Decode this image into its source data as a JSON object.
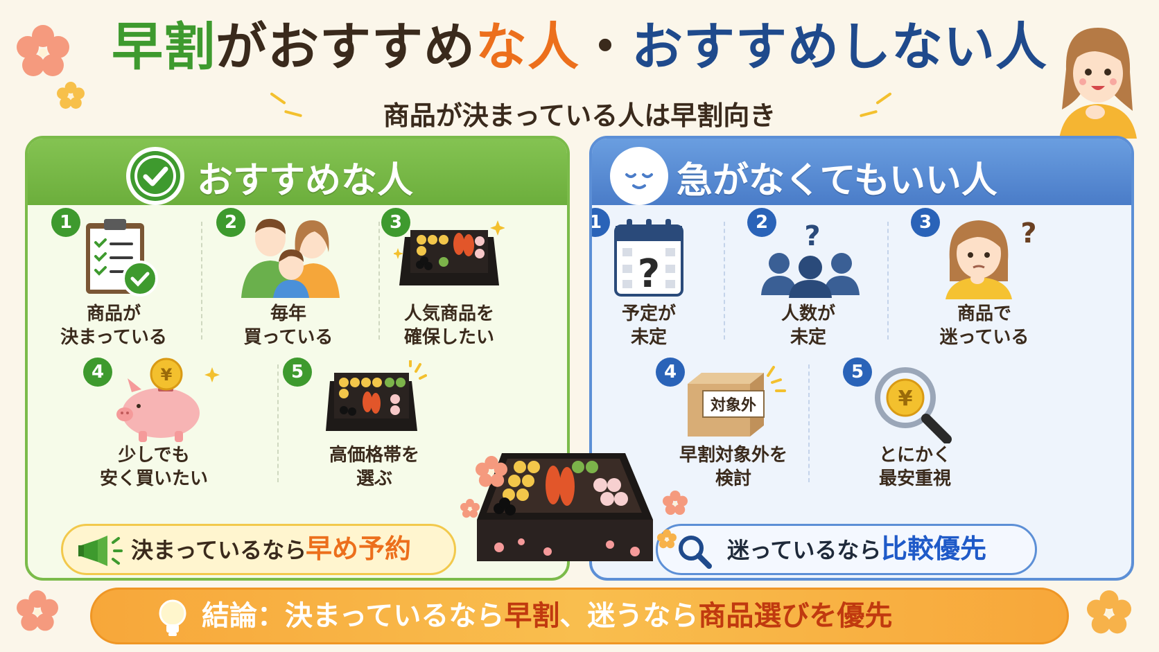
{
  "title": {
    "part1": "早割",
    "part2": "がおすすめ",
    "part3": "な人",
    "part4": "・",
    "part5": "おすすめしない人"
  },
  "subtitle": "商品が決まっている人は早割向き",
  "recommended": {
    "heading": "おすすめな人",
    "items": [
      {
        "number": "1",
        "line1": "商品が",
        "line2": "決まっている",
        "icon": "checklist-icon"
      },
      {
        "number": "2",
        "line1": "毎年",
        "line2": "買っている",
        "icon": "family-icon"
      },
      {
        "number": "3",
        "line1": "人気商品を",
        "line2": "確保したい",
        "icon": "osechi-box-icon"
      },
      {
        "number": "4",
        "line1": "少しでも",
        "line2": "安く買いたい",
        "icon": "piggy-bank-icon"
      },
      {
        "number": "5",
        "line1": "高価格帯を",
        "line2": "選ぶ",
        "icon": "osechi-box-icon"
      }
    ],
    "pill": {
      "text": "決まっているなら",
      "highlight": "早め予約"
    }
  },
  "not_recommended": {
    "heading": "急がなくてもいい人",
    "items": [
      {
        "number": "1",
        "line1": "予定が",
        "line2": "未定",
        "icon": "calendar-question-icon"
      },
      {
        "number": "2",
        "line1": "人数が",
        "line2": "未定",
        "icon": "people-question-icon"
      },
      {
        "number": "3",
        "line1": "商品で",
        "line2": "迷っている",
        "icon": "thinking-woman-icon"
      },
      {
        "number": "4",
        "line1": "早割対象外を",
        "line2": "検討",
        "icon": "box-icon",
        "box_label": "対象外"
      },
      {
        "number": "5",
        "line1": "とにかく",
        "line2": "最安重視",
        "icon": "magnifier-yen-icon"
      }
    ],
    "pill": {
      "text": "迷っているなら",
      "highlight": "比較優先"
    }
  },
  "conclusion": {
    "label": "結論：",
    "text1": "決まっているなら",
    "hl1": "早割",
    "text2": "、迷うなら",
    "hl2": "商品選びを優先"
  },
  "colors": {
    "green": "#3e9a2e",
    "orange": "#ec6f1c",
    "blue": "#1f4a8c",
    "conclusion_bg": "#f7a73a"
  },
  "yen": "¥",
  "question": "?"
}
